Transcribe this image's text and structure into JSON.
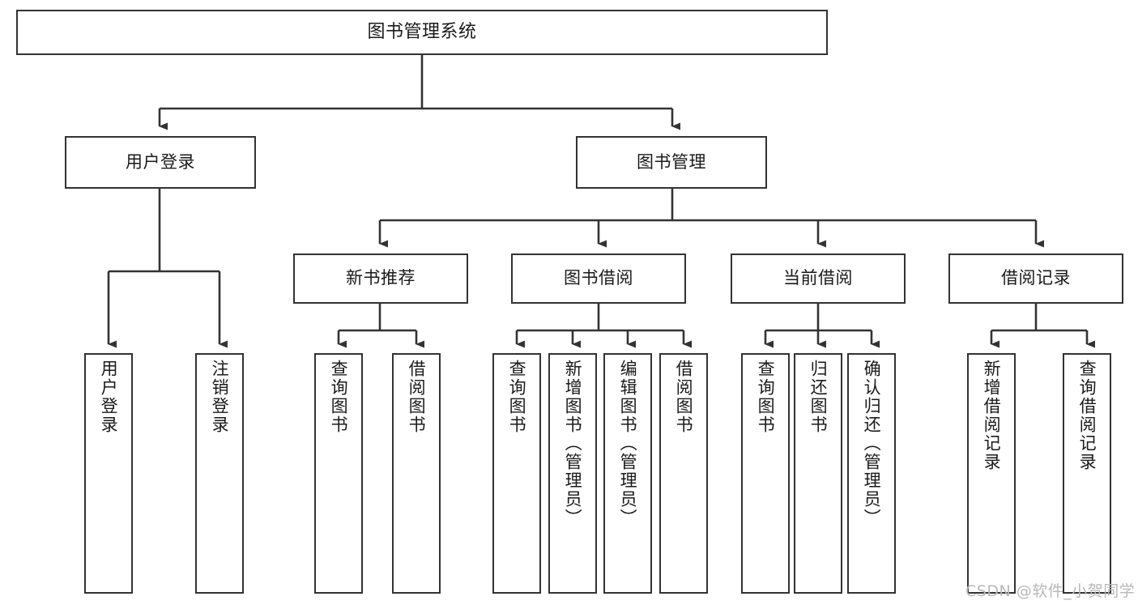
{
  "diagram": {
    "title": "图书管理系统",
    "type": "tree-hierarchy-functional-decomposition",
    "root": {
      "label": "图书管理系统"
    },
    "level2": [
      {
        "label": "用户登录"
      },
      {
        "label": "图书管理"
      }
    ],
    "level3": [
      {
        "label": "新书推荐"
      },
      {
        "label": "图书借阅"
      },
      {
        "label": "当前借阅"
      },
      {
        "label": "借阅记录"
      }
    ],
    "leaves": {
      "user_login": [
        {
          "label": "用户登录"
        },
        {
          "label": "注销登录"
        }
      ],
      "new_book_recommend": [
        {
          "label": "查询图书"
        },
        {
          "label": "借阅图书"
        }
      ],
      "book_borrow": [
        {
          "label": "查询图书"
        },
        {
          "label": "新增图书（管理员）"
        },
        {
          "label": "编辑图书（管理员）"
        },
        {
          "label": "借阅图书"
        }
      ],
      "current_borrow": [
        {
          "label": "查询图书"
        },
        {
          "label": "归还图书"
        },
        {
          "label": "确认归还（管理员）"
        }
      ],
      "borrow_record": [
        {
          "label": "新增借阅记录"
        },
        {
          "label": "查询借阅记录"
        }
      ]
    }
  },
  "watermark": {
    "text": "CSDN @软件_小贺同学"
  },
  "colors": {
    "stroke": "#333333",
    "fill": "#ffffff",
    "text": "#1a1a1a",
    "watermark": "#b8b8b8"
  }
}
